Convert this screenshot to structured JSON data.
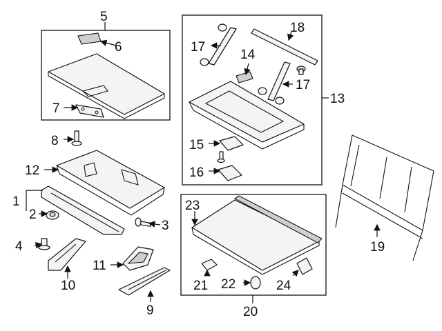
{
  "callouts": {
    "c1": "1",
    "c2": "2",
    "c3": "3",
    "c4": "4",
    "c5": "5",
    "c6": "6",
    "c7": "7",
    "c8": "8",
    "c9": "9",
    "c10": "10",
    "c11": "11",
    "c12": "12",
    "c13": "13",
    "c14": "14",
    "c15": "15",
    "c16": "16",
    "c17a": "17",
    "c17b": "17",
    "c18": "18",
    "c19": "19",
    "c20": "20",
    "c21": "21",
    "c22": "22",
    "c23": "23",
    "c24": "24"
  }
}
